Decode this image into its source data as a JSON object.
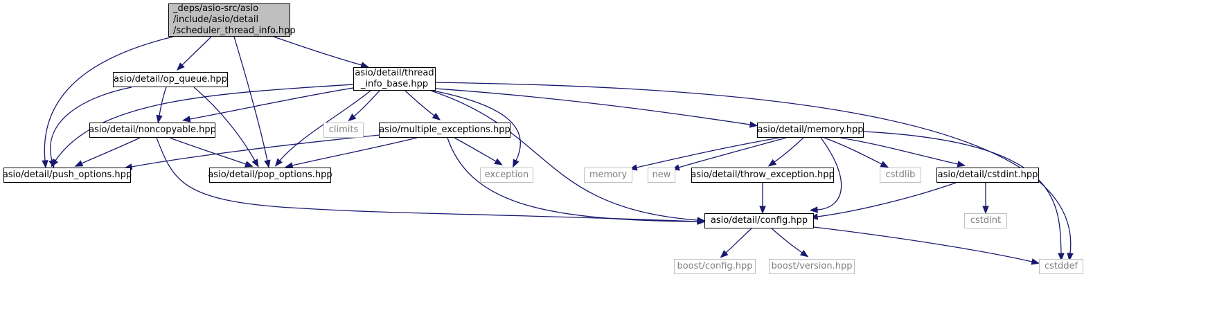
{
  "diagram": {
    "colors": {
      "edge": "#191970",
      "root_fill": "#bfbfbf",
      "system_border": "#bfbfbf",
      "system_text": "#808080"
    },
    "nodes": [
      {
        "id": "root",
        "kind": "root",
        "lines": [
          "_deps/asio-src/asio",
          "/include/asio/detail",
          "/scheduler_thread_info.hpp"
        ]
      },
      {
        "id": "op_queue",
        "kind": "local",
        "lines": [
          "asio/detail/op_queue.hpp"
        ]
      },
      {
        "id": "thread_info_base",
        "kind": "local",
        "lines": [
          "asio/detail/thread",
          "_info_base.hpp"
        ]
      },
      {
        "id": "noncopyable",
        "kind": "local",
        "lines": [
          "asio/detail/noncopyable.hpp"
        ]
      },
      {
        "id": "climits",
        "kind": "system",
        "lines": [
          "climits"
        ]
      },
      {
        "id": "multiple_exceptions",
        "kind": "local",
        "lines": [
          "asio/multiple_exceptions.hpp"
        ]
      },
      {
        "id": "memory_hpp",
        "kind": "local",
        "lines": [
          "asio/detail/memory.hpp"
        ]
      },
      {
        "id": "push_options",
        "kind": "local",
        "lines": [
          "asio/detail/push_options.hpp"
        ]
      },
      {
        "id": "pop_options",
        "kind": "local",
        "lines": [
          "asio/detail/pop_options.hpp"
        ]
      },
      {
        "id": "exception",
        "kind": "system",
        "lines": [
          "exception"
        ]
      },
      {
        "id": "memory",
        "kind": "system",
        "lines": [
          "memory"
        ]
      },
      {
        "id": "new",
        "kind": "system",
        "lines": [
          "new"
        ]
      },
      {
        "id": "throw_exception",
        "kind": "local",
        "lines": [
          "asio/detail/throw_exception.hpp"
        ]
      },
      {
        "id": "cstdlib",
        "kind": "system",
        "lines": [
          "cstdlib"
        ]
      },
      {
        "id": "cstdint_hpp",
        "kind": "local",
        "lines": [
          "asio/detail/cstdint.hpp"
        ]
      },
      {
        "id": "config",
        "kind": "local",
        "lines": [
          "asio/detail/config.hpp"
        ]
      },
      {
        "id": "cstdint",
        "kind": "system",
        "lines": [
          "cstdint"
        ]
      },
      {
        "id": "boost_config",
        "kind": "system",
        "lines": [
          "boost/config.hpp"
        ]
      },
      {
        "id": "boost_version",
        "kind": "system",
        "lines": [
          "boost/version.hpp"
        ]
      },
      {
        "id": "cstddef",
        "kind": "system",
        "lines": [
          "cstddef"
        ]
      }
    ],
    "edges": [
      [
        "root",
        "op_queue"
      ],
      [
        "root",
        "thread_info_base"
      ],
      [
        "root",
        "push_options"
      ],
      [
        "root",
        "pop_options"
      ],
      [
        "op_queue",
        "noncopyable"
      ],
      [
        "op_queue",
        "push_options"
      ],
      [
        "op_queue",
        "pop_options"
      ],
      [
        "thread_info_base",
        "noncopyable"
      ],
      [
        "thread_info_base",
        "push_options"
      ],
      [
        "thread_info_base",
        "pop_options"
      ],
      [
        "thread_info_base",
        "climits"
      ],
      [
        "thread_info_base",
        "multiple_exceptions"
      ],
      [
        "thread_info_base",
        "exception"
      ],
      [
        "thread_info_base",
        "memory_hpp"
      ],
      [
        "thread_info_base",
        "config"
      ],
      [
        "thread_info_base",
        "cstddef"
      ],
      [
        "noncopyable",
        "push_options"
      ],
      [
        "noncopyable",
        "pop_options"
      ],
      [
        "noncopyable",
        "config"
      ],
      [
        "multiple_exceptions",
        "push_options"
      ],
      [
        "multiple_exceptions",
        "pop_options"
      ],
      [
        "multiple_exceptions",
        "exception"
      ],
      [
        "multiple_exceptions",
        "config"
      ],
      [
        "memory_hpp",
        "memory"
      ],
      [
        "memory_hpp",
        "new"
      ],
      [
        "memory_hpp",
        "throw_exception"
      ],
      [
        "memory_hpp",
        "cstdlib"
      ],
      [
        "memory_hpp",
        "cstdint_hpp"
      ],
      [
        "memory_hpp",
        "config"
      ],
      [
        "memory_hpp",
        "cstddef"
      ],
      [
        "throw_exception",
        "config"
      ],
      [
        "cstdint_hpp",
        "config"
      ],
      [
        "cstdint_hpp",
        "cstdint"
      ],
      [
        "config",
        "boost_config"
      ],
      [
        "config",
        "boost_version"
      ],
      [
        "config",
        "cstddef"
      ]
    ]
  }
}
